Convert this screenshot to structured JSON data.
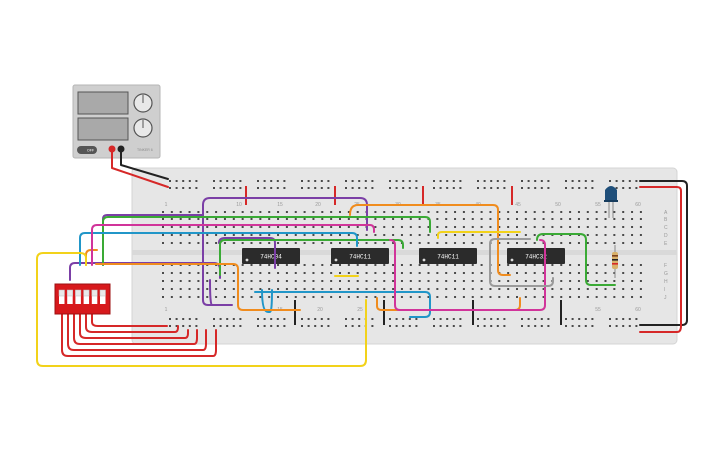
{
  "power_supply": {
    "off_label": "OFF",
    "brand_label": "TINKER 6"
  },
  "breadboard": {
    "top_column_numbers": [
      "1",
      "10",
      "15",
      "20",
      "25",
      "30",
      "35",
      "40",
      "45",
      "50",
      "55",
      "60"
    ],
    "bottom_column_numbers": [
      "1",
      "15",
      "20",
      "25",
      "55",
      "60"
    ],
    "right_row_letters": [
      "A",
      "B",
      "C",
      "D",
      "E",
      "F",
      "G",
      "H",
      "I",
      "J"
    ]
  },
  "chips": [
    {
      "label": "74HC04"
    },
    {
      "label": "74HC11"
    },
    {
      "label": "74HC11"
    },
    {
      "label": "74HC32"
    }
  ],
  "colors": {
    "red": "#d62828",
    "black": "#222222",
    "purple": "#7b3fa6",
    "green": "#3aaa35",
    "blue": "#2196c8",
    "orange": "#f08c1e",
    "yellow": "#f2d21a",
    "magenta": "#d1349a",
    "gray": "#9a9a9a",
    "breadboard": "#e6e6e6",
    "dip_switch": "#d7191c",
    "led": "#1f4f7a"
  }
}
